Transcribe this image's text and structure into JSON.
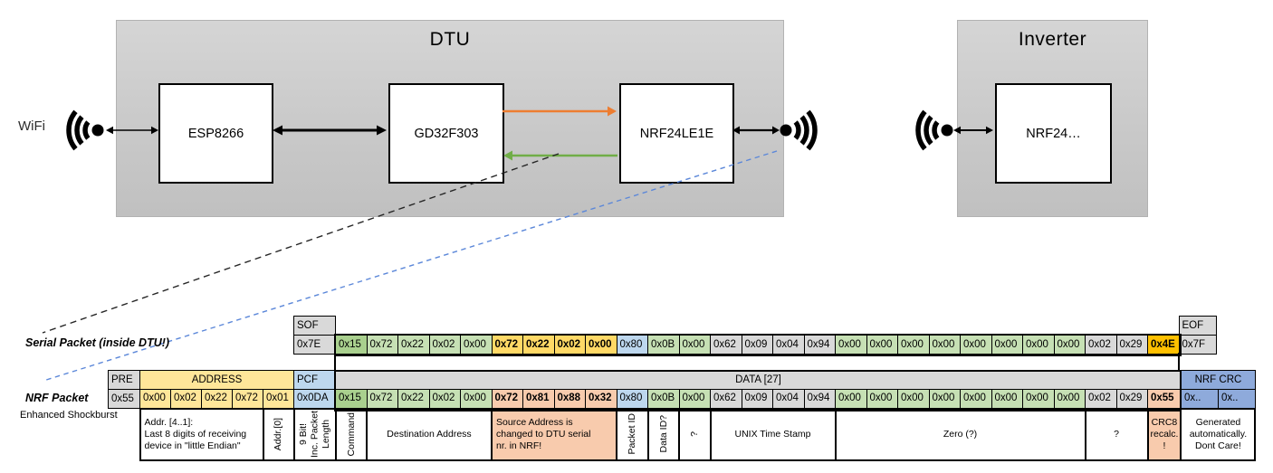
{
  "palette": {
    "gray": "#D9D9D9",
    "green": "#C6E0B4",
    "green_dark": "#A9D08E",
    "yellow": "#FFD966",
    "yellow_light": "#FFE699",
    "blue_light": "#BDD7EE",
    "blue_crc": "#8EAADB",
    "amber": "#FFC000",
    "salmon": "#F8CBAD",
    "arrow_orange": "#ED7D31",
    "arrow_green": "#70AD47",
    "dash_blue": "#5B87D9",
    "dash_black": "#262626"
  },
  "diagram": {
    "wifi_label": "WiFi",
    "dtu_title": "DTU",
    "inverter_title": "Inverter",
    "chips": [
      "ESP8266",
      "GD32F303",
      "NRF24LE1E",
      "NRF24…"
    ]
  },
  "serial": {
    "label": "Serial Packet (inside DTU!)",
    "sof_header": "SOF",
    "sof_value": "0x7E",
    "eof_header": "EOF",
    "eof_value": "0x7F",
    "bytes": [
      {
        "v": "0x15",
        "c": "green_dark"
      },
      {
        "v": "0x72",
        "c": "green"
      },
      {
        "v": "0x22",
        "c": "green"
      },
      {
        "v": "0x02",
        "c": "green"
      },
      {
        "v": "0x00",
        "c": "green"
      },
      {
        "v": "0x72",
        "c": "yellow",
        "b": true
      },
      {
        "v": "0x22",
        "c": "yellow",
        "b": true
      },
      {
        "v": "0x02",
        "c": "yellow",
        "b": true
      },
      {
        "v": "0x00",
        "c": "yellow",
        "b": true
      },
      {
        "v": "0x80",
        "c": "blue_light"
      },
      {
        "v": "0x0B",
        "c": "green"
      },
      {
        "v": "0x00",
        "c": "green"
      },
      {
        "v": "0x62",
        "c": "gray"
      },
      {
        "v": "0x09",
        "c": "gray"
      },
      {
        "v": "0x04",
        "c": "gray"
      },
      {
        "v": "0x94",
        "c": "gray"
      },
      {
        "v": "0x00",
        "c": "green"
      },
      {
        "v": "0x00",
        "c": "green"
      },
      {
        "v": "0x00",
        "c": "green"
      },
      {
        "v": "0x00",
        "c": "green"
      },
      {
        "v": "0x00",
        "c": "green"
      },
      {
        "v": "0x00",
        "c": "green"
      },
      {
        "v": "0x00",
        "c": "green"
      },
      {
        "v": "0x00",
        "c": "green"
      },
      {
        "v": "0x02",
        "c": "gray"
      },
      {
        "v": "0x29",
        "c": "gray"
      },
      {
        "v": "0x4E",
        "c": "amber",
        "b": true
      }
    ]
  },
  "nrf": {
    "label": "NRF Packet",
    "sublabel": "Enhanced Shockburst",
    "pre_header": "PRE",
    "pre_value": "0x55",
    "address_header": "ADDRESS",
    "address_bytes": [
      "0x00",
      "0x02",
      "0x22",
      "0x72",
      "0x01"
    ],
    "pcf_header": "PCF",
    "pcf_value": "0x0DA",
    "data_header": "DATA [27]",
    "crc_header": "NRF CRC",
    "crc_values": [
      "0x..",
      "0x.."
    ],
    "data_bytes": [
      {
        "v": "0x15",
        "c": "green_dark"
      },
      {
        "v": "0x72",
        "c": "green"
      },
      {
        "v": "0x22",
        "c": "green"
      },
      {
        "v": "0x02",
        "c": "green"
      },
      {
        "v": "0x00",
        "c": "green"
      },
      {
        "v": "0x72",
        "c": "salmon",
        "b": true
      },
      {
        "v": "0x81",
        "c": "salmon",
        "b": true
      },
      {
        "v": "0x88",
        "c": "salmon",
        "b": true
      },
      {
        "v": "0x32",
        "c": "salmon",
        "b": true
      },
      {
        "v": "0x80",
        "c": "blue_light"
      },
      {
        "v": "0x0B",
        "c": "green"
      },
      {
        "v": "0x00",
        "c": "green"
      },
      {
        "v": "0x62",
        "c": "gray"
      },
      {
        "v": "0x09",
        "c": "gray"
      },
      {
        "v": "0x04",
        "c": "gray"
      },
      {
        "v": "0x94",
        "c": "gray"
      },
      {
        "v": "0x00",
        "c": "green"
      },
      {
        "v": "0x00",
        "c": "green"
      },
      {
        "v": "0x00",
        "c": "green"
      },
      {
        "v": "0x00",
        "c": "green"
      },
      {
        "v": "0x00",
        "c": "green"
      },
      {
        "v": "0x00",
        "c": "green"
      },
      {
        "v": "0x00",
        "c": "green"
      },
      {
        "v": "0x00",
        "c": "green"
      },
      {
        "v": "0x02",
        "c": "gray"
      },
      {
        "v": "0x29",
        "c": "gray"
      },
      {
        "v": "0x55",
        "c": "salmon",
        "b": true
      }
    ]
  },
  "annotations": [
    {
      "text": "Addr. [4..1]:\nLast 8 digits of receiving\ndevice in \"little Endian\"",
      "span": 4,
      "orient": "h",
      "align": "left"
    },
    {
      "text": "Addr.[0]",
      "span": 1,
      "orient": "v"
    },
    {
      "text": "9 Bit!\nInc. Packet Length",
      "span": 1,
      "orient": "v"
    },
    {
      "text": "Command",
      "span": 1,
      "orient": "v"
    },
    {
      "text": "Destination Address",
      "span": 4,
      "orient": "h"
    },
    {
      "text": "Source Address is\nchanged to DTU serial\nnr. in NRF!",
      "span": 4,
      "orient": "h",
      "align": "left",
      "bg": "salmon"
    },
    {
      "text": "Packet ID",
      "span": 1,
      "orient": "v"
    },
    {
      "text": "Data ID?",
      "span": 1,
      "orient": "v"
    },
    {
      "text": "?",
      "span": 1,
      "orient": "v"
    },
    {
      "text": "UNIX Time Stamp",
      "span": 4,
      "orient": "h"
    },
    {
      "text": "Zero (?)",
      "span": 8,
      "orient": "h"
    },
    {
      "text": "?",
      "span": 2,
      "orient": "h"
    },
    {
      "text": "CRC8\nrecalc.\n!",
      "span": 1,
      "orient": "h",
      "bg": "salmon"
    },
    {
      "text": "Generated\nautomatically.\nDont Care!",
      "span": 2,
      "orient": "h"
    }
  ]
}
